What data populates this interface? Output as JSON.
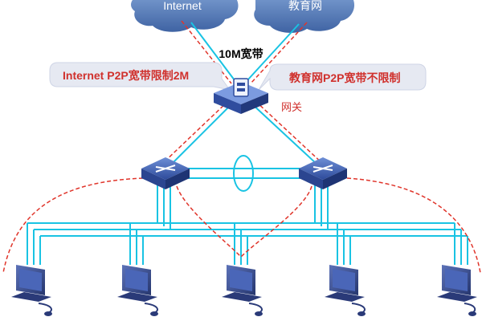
{
  "clouds": {
    "internet_label": "Internet",
    "edu_label": "教育网"
  },
  "labels": {
    "bandwidth": "10M宽带",
    "internet_limit": "Internet P2P宽带限制2M",
    "edu_no_limit": "教育网P2P宽带不限制",
    "gateway": "网关"
  },
  "colors": {
    "cloud": "#5b7fb8",
    "cyan_link": "#19c3e3",
    "red_path": "#e0352b",
    "device": "#3d5fb0",
    "callout_bg": "#e6e9f2",
    "pc": "#3d4f8c"
  },
  "icons": {
    "gateway": "gateway-router-icon",
    "switch": "switch-icon",
    "pc": "desktop-computer-icon"
  }
}
